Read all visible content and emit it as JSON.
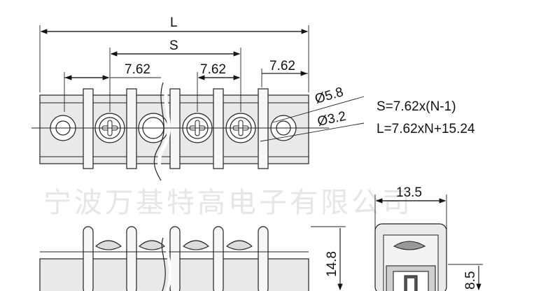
{
  "dimensions": {
    "overall_length": "L",
    "span": "S",
    "pitch_left": "7.62",
    "pitch_middle": "7.62",
    "pitch_right": "7.62",
    "outer_diameter": "Ø5.8",
    "inner_diameter": "Ø3.2",
    "side_width": "13.5",
    "front_height": "14.8",
    "side_height": "8.5"
  },
  "formulas": {
    "span_formula": "S=7.62x(N-1)",
    "length_formula": "L=7.62xN+15.24"
  },
  "watermark": "宁波万基特高电子有限公司"
}
